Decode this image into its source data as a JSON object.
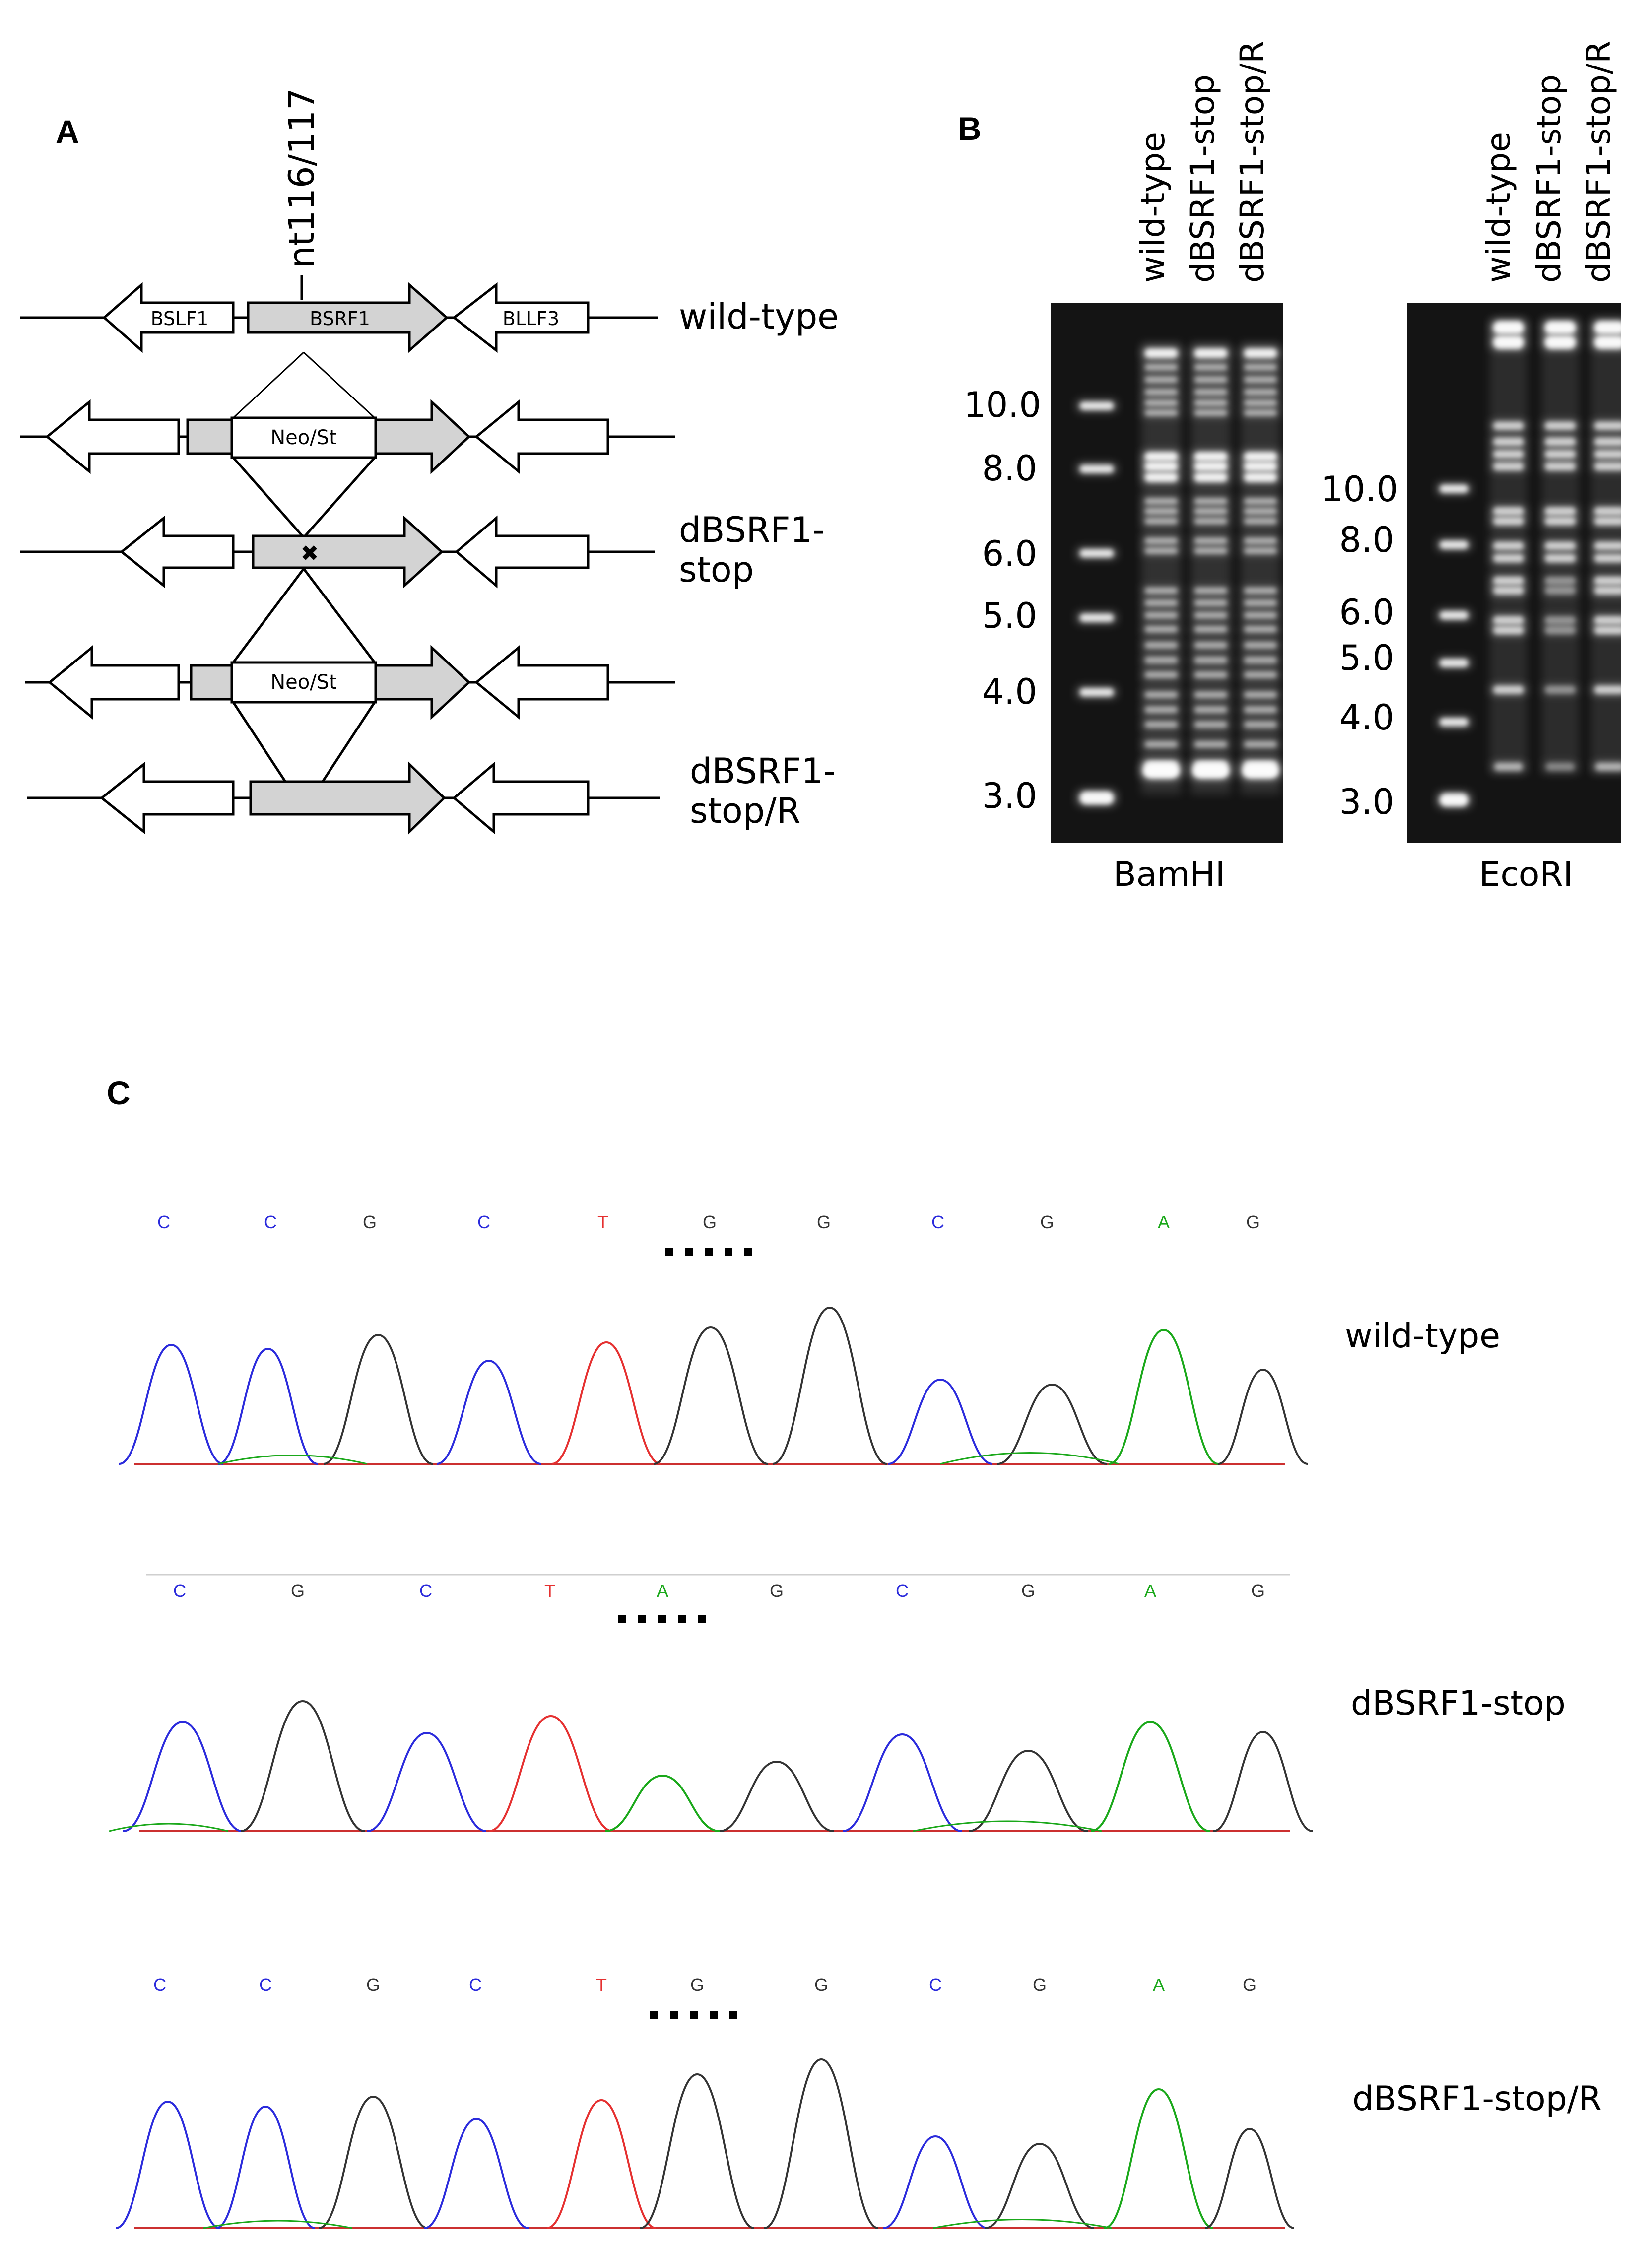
{
  "panels": {
    "a": {
      "letter": "A",
      "site_label": "nt116/117",
      "genes": {
        "left": "BSLF1",
        "center": "BSRF1",
        "right": "BLLF3"
      },
      "cassette_label": "Neo/St",
      "rows": {
        "wild_type": "wild-type",
        "stop_line1": "dBSRF1-",
        "stop_line2": "stop",
        "rev_line1": "dBSRF1-",
        "rev_line2": "stop/R"
      },
      "mutation_mark": "✖"
    },
    "b": {
      "letter": "B",
      "lanes": [
        "wild-type",
        "dBSRF1-stop",
        "dBSRF1-stop/R"
      ],
      "gels": [
        {
          "enzyme": "BamHI",
          "markers": [
            "10.0",
            "8.0",
            "6.0",
            "5.0",
            "4.0",
            "3.0"
          ]
        },
        {
          "enzyme": "EcoRI",
          "markers": [
            "10.0",
            "8.0",
            "6.0",
            "5.0",
            "4.0",
            "3.0"
          ]
        }
      ]
    },
    "c": {
      "letter": "C",
      "traces": [
        {
          "name": "wild-type",
          "bases": [
            "C",
            "C",
            "G",
            "C",
            "T",
            "G",
            "G",
            "C",
            "G",
            "A",
            "G"
          ]
        },
        {
          "name": "dBSRF1-stop",
          "bases": [
            "C",
            "G",
            "C",
            "T",
            "A",
            "G",
            "C",
            "G",
            "A",
            "G"
          ]
        },
        {
          "name": "dBSRF1-stop/R",
          "bases": [
            "C",
            "C",
            "G",
            "C",
            "T",
            "G",
            "G",
            "C",
            "G",
            "A",
            "G"
          ]
        }
      ]
    }
  },
  "base_colors": {
    "A": "#1aa81a",
    "C": "#2b2bdc",
    "G": "#333333",
    "T": "#e53030"
  }
}
